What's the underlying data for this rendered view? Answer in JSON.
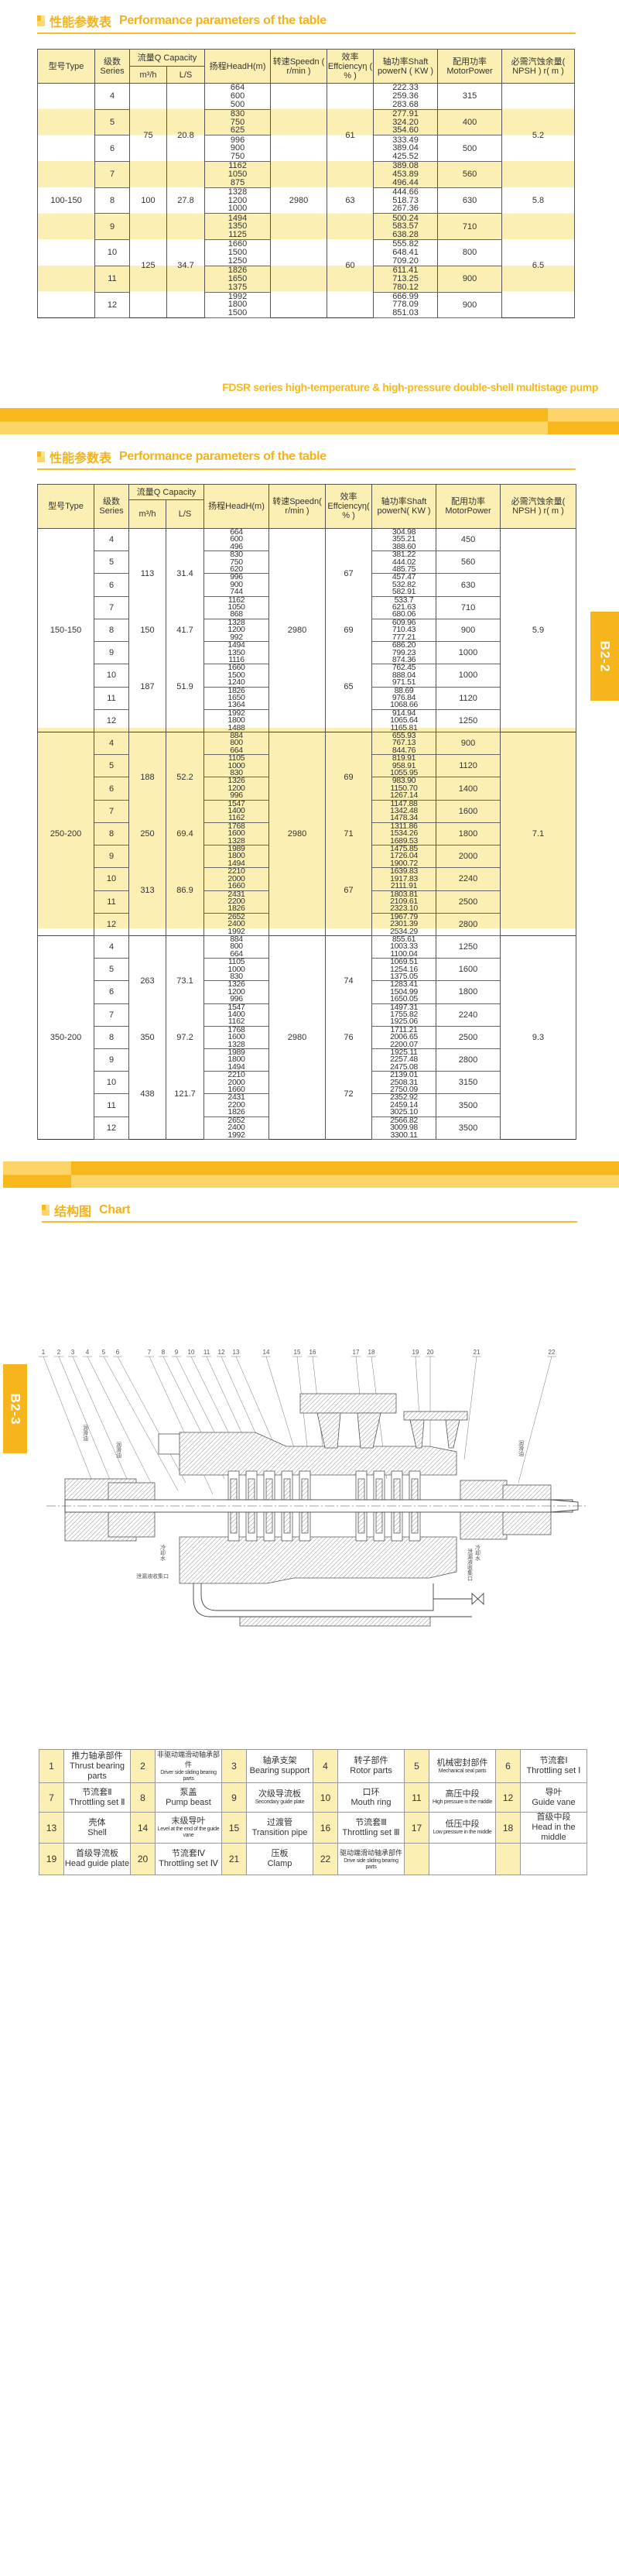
{
  "section1": {
    "heading_cn": "性能参数表",
    "heading_en": "Performance parameters of the table"
  },
  "table1": {
    "header": {
      "type": [
        "型号",
        "Type"
      ],
      "series": [
        "级数",
        "Series"
      ],
      "capacity": "流量Q Capacity",
      "m3h": "m³/h",
      "ls": "L/S",
      "head": [
        "扬程",
        "Head",
        "H(m)"
      ],
      "speed": [
        "转速",
        "Speed",
        "n ( r/min )"
      ],
      "eff": [
        "效率",
        "Effciency",
        "η ( % )"
      ],
      "shaft": [
        "轴功率",
        "Shaft power",
        "N ( KW )"
      ],
      "motor": [
        "配用功率",
        "Motor",
        "Power"
      ],
      "npsh": [
        "必需汽蚀余量",
        "( NPSH ) r",
        "( m )"
      ]
    },
    "groups": [
      {
        "type": "100-150",
        "speed": "2980",
        "capacity": [
          {
            "series_range": "4-7",
            "m3h": "75",
            "ls": "20.8",
            "eff": "61"
          },
          {
            "series_range": "8-8",
            "m3h": "100",
            "ls": "27.8",
            "eff": "63"
          },
          {
            "series_range": "9-12",
            "m3h": "125",
            "ls": "34.7",
            "eff": "60"
          }
        ],
        "npsh": [
          {
            "series_range": "4-7",
            "value": "5.2"
          },
          {
            "series_range": "8-8",
            "value": "5.8"
          },
          {
            "series_range": "9-12",
            "value": "6.5"
          }
        ],
        "rows": [
          {
            "series": "4",
            "head": [
              "664",
              "600",
              "500"
            ],
            "shaft": [
              "222.33",
              "259.36",
              "283.68"
            ],
            "motor": "315"
          },
          {
            "series": "5",
            "head": [
              "830",
              "750",
              "625"
            ],
            "shaft": [
              "277.91",
              "324.20",
              "354.60"
            ],
            "motor": "400"
          },
          {
            "series": "6",
            "head": [
              "996",
              "900",
              "750"
            ],
            "shaft": [
              "333.49",
              "389.04",
              "425.52"
            ],
            "motor": "500"
          },
          {
            "series": "7",
            "head": [
              "1162",
              "1050",
              "875"
            ],
            "shaft": [
              "389.08",
              "453.89",
              "496.44"
            ],
            "motor": "560"
          },
          {
            "series": "8",
            "head": [
              "1328",
              "1200",
              "1000"
            ],
            "shaft": [
              "444.66",
              "518.73",
              "267.36"
            ],
            "motor": "630"
          },
          {
            "series": "9",
            "head": [
              "1494",
              "1350",
              "1125"
            ],
            "shaft": [
              "500.24",
              "583.57",
              "638.28"
            ],
            "motor": "710"
          },
          {
            "series": "10",
            "head": [
              "1660",
              "1500",
              "1250"
            ],
            "shaft": [
              "555.82",
              "648.41",
              "709.20"
            ],
            "motor": "800"
          },
          {
            "series": "11",
            "head": [
              "1826",
              "1650",
              "1375"
            ],
            "shaft": [
              "611.41",
              "713.25",
              "780.12"
            ],
            "motor": "900"
          },
          {
            "series": "12",
            "head": [
              "1992",
              "1800",
              "1500"
            ],
            "shaft": [
              "666.99",
              "778.09",
              "851.03"
            ],
            "motor": "900"
          }
        ]
      }
    ]
  },
  "banner_title": "FDSR series high-temperature & high-pressure double-shell multistage pump",
  "section2": {
    "heading_cn": "性能参数表",
    "heading_en": "Performance parameters of the table"
  },
  "table2": {
    "header": {
      "type": [
        "型号",
        "Type"
      ],
      "series": [
        "级数",
        "Series"
      ],
      "capacity": "流量Q Capacity",
      "m3h": "m³/h",
      "ls": "L/S",
      "head": [
        "扬程",
        "Head",
        "H",
        "(m)"
      ],
      "speed": [
        "转速",
        "Speed",
        "n",
        "( r/min )"
      ],
      "eff": [
        "效率",
        "Effciency",
        "η",
        "( % )"
      ],
      "shaft": [
        "轴功率",
        "Shaft power",
        "N",
        "( KW )"
      ],
      "motor": [
        "配用功率",
        "Motor",
        "Power"
      ],
      "npsh": [
        "必需汽蚀余量",
        "( NPSH ) r",
        "( m )"
      ]
    },
    "groups": [
      {
        "type": "150-150",
        "speed": "2980",
        "capacity": [
          {
            "series_range": "4-7",
            "m3h": "113",
            "ls": "31.4",
            "eff": "67"
          },
          {
            "series_range": "8-8",
            "m3h": "150",
            "ls": "41.7",
            "eff": "69"
          },
          {
            "series_range": "9-12",
            "m3h": "187",
            "ls": "51.9",
            "eff": "65"
          }
        ],
        "npsh": [
          {
            "series_range": "4-12",
            "value": "5.9"
          }
        ],
        "rows": [
          {
            "series": "4",
            "head": [
              "664",
              "600",
              "496"
            ],
            "shaft": [
              "304.98",
              "355.21",
              "388.60"
            ],
            "motor": "450"
          },
          {
            "series": "5",
            "head": [
              "830",
              "750",
              "620"
            ],
            "shaft": [
              "381.22",
              "444.02",
              "485.75"
            ],
            "motor": "560"
          },
          {
            "series": "6",
            "head": [
              "996",
              "900",
              "744"
            ],
            "shaft": [
              "457.47",
              "532.82",
              "582.91"
            ],
            "motor": "630"
          },
          {
            "series": "7",
            "head": [
              "1162",
              "1050",
              "868"
            ],
            "shaft": [
              "533.7",
              "621.63",
              "680.06"
            ],
            "motor": "710"
          },
          {
            "series": "8",
            "head": [
              "1328",
              "1200",
              "992"
            ],
            "shaft": [
              "609.96",
              "710.43",
              "777.21"
            ],
            "motor": "900"
          },
          {
            "series": "9",
            "head": [
              "1494",
              "1350",
              "1116"
            ],
            "shaft": [
              "686.20",
              "799.23",
              "874.36"
            ],
            "motor": "1000"
          },
          {
            "series": "10",
            "head": [
              "1660",
              "1500",
              "1240"
            ],
            "shaft": [
              "762.45",
              "888.04",
              "971.51"
            ],
            "motor": "1000"
          },
          {
            "series": "11",
            "head": [
              "1826",
              "1650",
              "1364"
            ],
            "shaft": [
              "88.69",
              "976.84",
              "1068.66"
            ],
            "motor": "1120"
          },
          {
            "series": "12",
            "head": [
              "1992",
              "1800",
              "1488"
            ],
            "shaft": [
              "914.94",
              "1065.64",
              "1165.81"
            ],
            "motor": "1250"
          }
        ]
      },
      {
        "type": "250-200",
        "speed": "2980",
        "capacity": [
          {
            "series_range": "4-7",
            "m3h": "188",
            "ls": "52.2",
            "eff": "69"
          },
          {
            "series_range": "8-8",
            "m3h": "250",
            "ls": "69.4",
            "eff": "71"
          },
          {
            "series_range": "9-12",
            "m3h": "313",
            "ls": "86.9",
            "eff": "67"
          }
        ],
        "npsh": [
          {
            "series_range": "4-12",
            "value": "7.1"
          }
        ],
        "rows": [
          {
            "series": "4",
            "head": [
              "884",
              "800",
              "664"
            ],
            "shaft": [
              "655.93",
              "767.13",
              "844.76"
            ],
            "motor": "900"
          },
          {
            "series": "5",
            "head": [
              "1105",
              "1000",
              "830"
            ],
            "shaft": [
              "819.91",
              "958.91",
              "1055.95"
            ],
            "motor": "1120"
          },
          {
            "series": "6",
            "head": [
              "1326",
              "1200",
              "996"
            ],
            "shaft": [
              "983.90",
              "1150.70",
              "1267.14"
            ],
            "motor": "1400"
          },
          {
            "series": "7",
            "head": [
              "1547",
              "1400",
              "1162"
            ],
            "shaft": [
              "1147.88",
              "1342.48",
              "1478.34"
            ],
            "motor": "1600"
          },
          {
            "series": "8",
            "head": [
              "1768",
              "1600",
              "1328"
            ],
            "shaft": [
              "1311.86",
              "1534.26",
              "1689.53"
            ],
            "motor": "1800"
          },
          {
            "series": "9",
            "head": [
              "1989",
              "1800",
              "1494"
            ],
            "shaft": [
              "1475.85",
              "1726.04",
              "1900.72"
            ],
            "motor": "2000"
          },
          {
            "series": "10",
            "head": [
              "2210",
              "2000",
              "1660"
            ],
            "shaft": [
              "1639.83",
              "1917.83",
              "2111.91"
            ],
            "motor": "2240"
          },
          {
            "series": "11",
            "head": [
              "2431",
              "2200",
              "1826"
            ],
            "shaft": [
              "1803.81",
              "2109.61",
              "2323.10"
            ],
            "motor": "2500"
          },
          {
            "series": "12",
            "head": [
              "2652",
              "2400",
              "1992"
            ],
            "shaft": [
              "1967.79",
              "2301.39",
              "2534.29"
            ],
            "motor": "2800"
          }
        ]
      },
      {
        "type": "350-200",
        "speed": "2980",
        "capacity": [
          {
            "series_range": "4-7",
            "m3h": "263",
            "ls": "73.1",
            "eff": "74"
          },
          {
            "series_range": "8-8",
            "m3h": "350",
            "ls": "97.2",
            "eff": "76"
          },
          {
            "series_range": "9-12",
            "m3h": "438",
            "ls": "121.7",
            "eff": "72"
          }
        ],
        "npsh": [
          {
            "series_range": "4-12",
            "value": "9.3"
          }
        ],
        "rows": [
          {
            "series": "4",
            "head": [
              "884",
              "800",
              "664"
            ],
            "shaft": [
              "855.61",
              "1003.33",
              "1100.04"
            ],
            "motor": "1250"
          },
          {
            "series": "5",
            "head": [
              "1105",
              "1000",
              "830"
            ],
            "shaft": [
              "1069.51",
              "1254.16",
              "1375.05"
            ],
            "motor": "1600"
          },
          {
            "series": "6",
            "head": [
              "1326",
              "1200",
              "996"
            ],
            "shaft": [
              "1283.41",
              "1504.99",
              "1650.05"
            ],
            "motor": "1800"
          },
          {
            "series": "7",
            "head": [
              "1547",
              "1400",
              "1162"
            ],
            "shaft": [
              "1497.31",
              "1755.82",
              "1925.06"
            ],
            "motor": "2240"
          },
          {
            "series": "8",
            "head": [
              "1768",
              "1600",
              "1328"
            ],
            "shaft": [
              "1711.21",
              "2006.65",
              "2200.07"
            ],
            "motor": "2500"
          },
          {
            "series": "9",
            "head": [
              "1989",
              "1800",
              "1494"
            ],
            "shaft": [
              "1925.11",
              "2257.48",
              "2475.08"
            ],
            "motor": "2800"
          },
          {
            "series": "10",
            "head": [
              "2210",
              "2000",
              "1660"
            ],
            "shaft": [
              "2139.01",
              "2508.31",
              "2750.09"
            ],
            "motor": "3150"
          },
          {
            "series": "11",
            "head": [
              "2431",
              "2200",
              "1826"
            ],
            "shaft": [
              "2352.92",
              "2459.14",
              "3025.10"
            ],
            "motor": "3500"
          },
          {
            "series": "12",
            "head": [
              "2652",
              "2400",
              "1992"
            ],
            "shaft": [
              "2566.82",
              "3009.98",
              "3300.11"
            ],
            "motor": "3500"
          }
        ]
      }
    ]
  },
  "tabs": {
    "page_b22": "B2-2",
    "page_b23": "B2-3"
  },
  "chart_section": {
    "heading_cn": "结构图",
    "heading_en": "Chart"
  },
  "diagram": {
    "callouts": [
      "1",
      "2",
      "3",
      "4",
      "5",
      "6",
      "7",
      "8",
      "9",
      "10",
      "11",
      "12",
      "13",
      "14",
      "15",
      "16",
      "17",
      "18",
      "19",
      "20",
      "21",
      "22"
    ],
    "annotations": {
      "lube_oil_left": "润滑油",
      "lube_oil_left2": "润滑油",
      "lube_oil_right": "润滑油",
      "cooling_water_left": "冷却水",
      "cooling_water_right": "冷却水",
      "leak_port_left": "泄漏液收集口",
      "leak_port_right": "泄漏液收集口"
    }
  },
  "parts": [
    {
      "no": "1",
      "cn": "推力轴承部件",
      "en": "Thrust bearing parts"
    },
    {
      "no": "2",
      "cn": "非驱动端滑动轴承部件",
      "en": "Driver side sliding bearing parts"
    },
    {
      "no": "3",
      "cn": "轴承支架",
      "en": "Bearing support"
    },
    {
      "no": "4",
      "cn": "转子部件",
      "en": "Rotor parts"
    },
    {
      "no": "5",
      "cn": "机械密封部件",
      "en": "Mechanical seal parts"
    },
    {
      "no": "6",
      "cn": "节流套Ⅰ",
      "en": "Throttling set Ⅰ"
    },
    {
      "no": "7",
      "cn": "节流套Ⅱ",
      "en": "Throttling set Ⅱ"
    },
    {
      "no": "8",
      "cn": "泵盖",
      "en": "Pump beast"
    },
    {
      "no": "9",
      "cn": "次级导流板",
      "en": "Secondary guide plate"
    },
    {
      "no": "10",
      "cn": "口环",
      "en": "Mouth ring"
    },
    {
      "no": "11",
      "cn": "高压中段",
      "en": "High pressure in the middle"
    },
    {
      "no": "12",
      "cn": "导叶",
      "en": "Guide vane"
    },
    {
      "no": "13",
      "cn": "壳体",
      "en": "Shell"
    },
    {
      "no": "14",
      "cn": "末级导叶",
      "en": "Level at the end of the guide vane"
    },
    {
      "no": "15",
      "cn": "过渡管",
      "en": "Transition pipe"
    },
    {
      "no": "16",
      "cn": "节流套Ⅲ",
      "en": "Throttling set Ⅲ"
    },
    {
      "no": "17",
      "cn": "低压中段",
      "en": "Low pressure in the middle"
    },
    {
      "no": "18",
      "cn": "首级中段",
      "en": "Head in the middle"
    },
    {
      "no": "19",
      "cn": "首级导流板",
      "en": "Head guide plate"
    },
    {
      "no": "20",
      "cn": "节流套Ⅳ",
      "en": "Throttling set Ⅳ"
    },
    {
      "no": "21",
      "cn": "压板",
      "en": "Clamp"
    },
    {
      "no": "22",
      "cn": "驱动端滑动轴承部件",
      "en": "Drive side sliding bearing parts"
    }
  ]
}
